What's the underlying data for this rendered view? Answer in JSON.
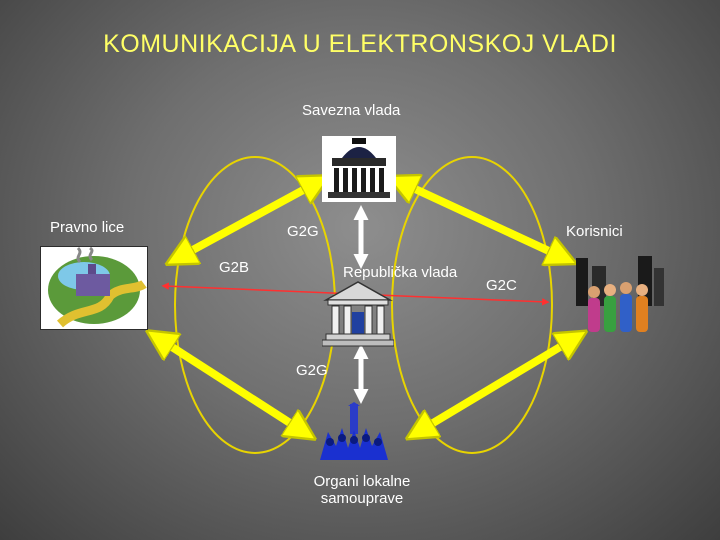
{
  "title": "KOMUNIKACIJA U ELEKTRONSKOJ VLADI",
  "nodes": {
    "federal": "Savezna vlada",
    "legal_entity": "Pravno lice",
    "users": "Korisnici",
    "republic": "Republička vlada",
    "local_line1": "Organi lokalne",
    "local_line2": "samouprave"
  },
  "relations": {
    "g2g_top": "G2G",
    "g2b": "G2B",
    "g2c": "G2C",
    "g2g_bottom": "G2G"
  },
  "colors": {
    "arrow": "#ffff00",
    "arrow_outline": "#b8b800",
    "ring": "#e8d400",
    "title": "#ffff66",
    "g2b_line": "#ff3030"
  }
}
